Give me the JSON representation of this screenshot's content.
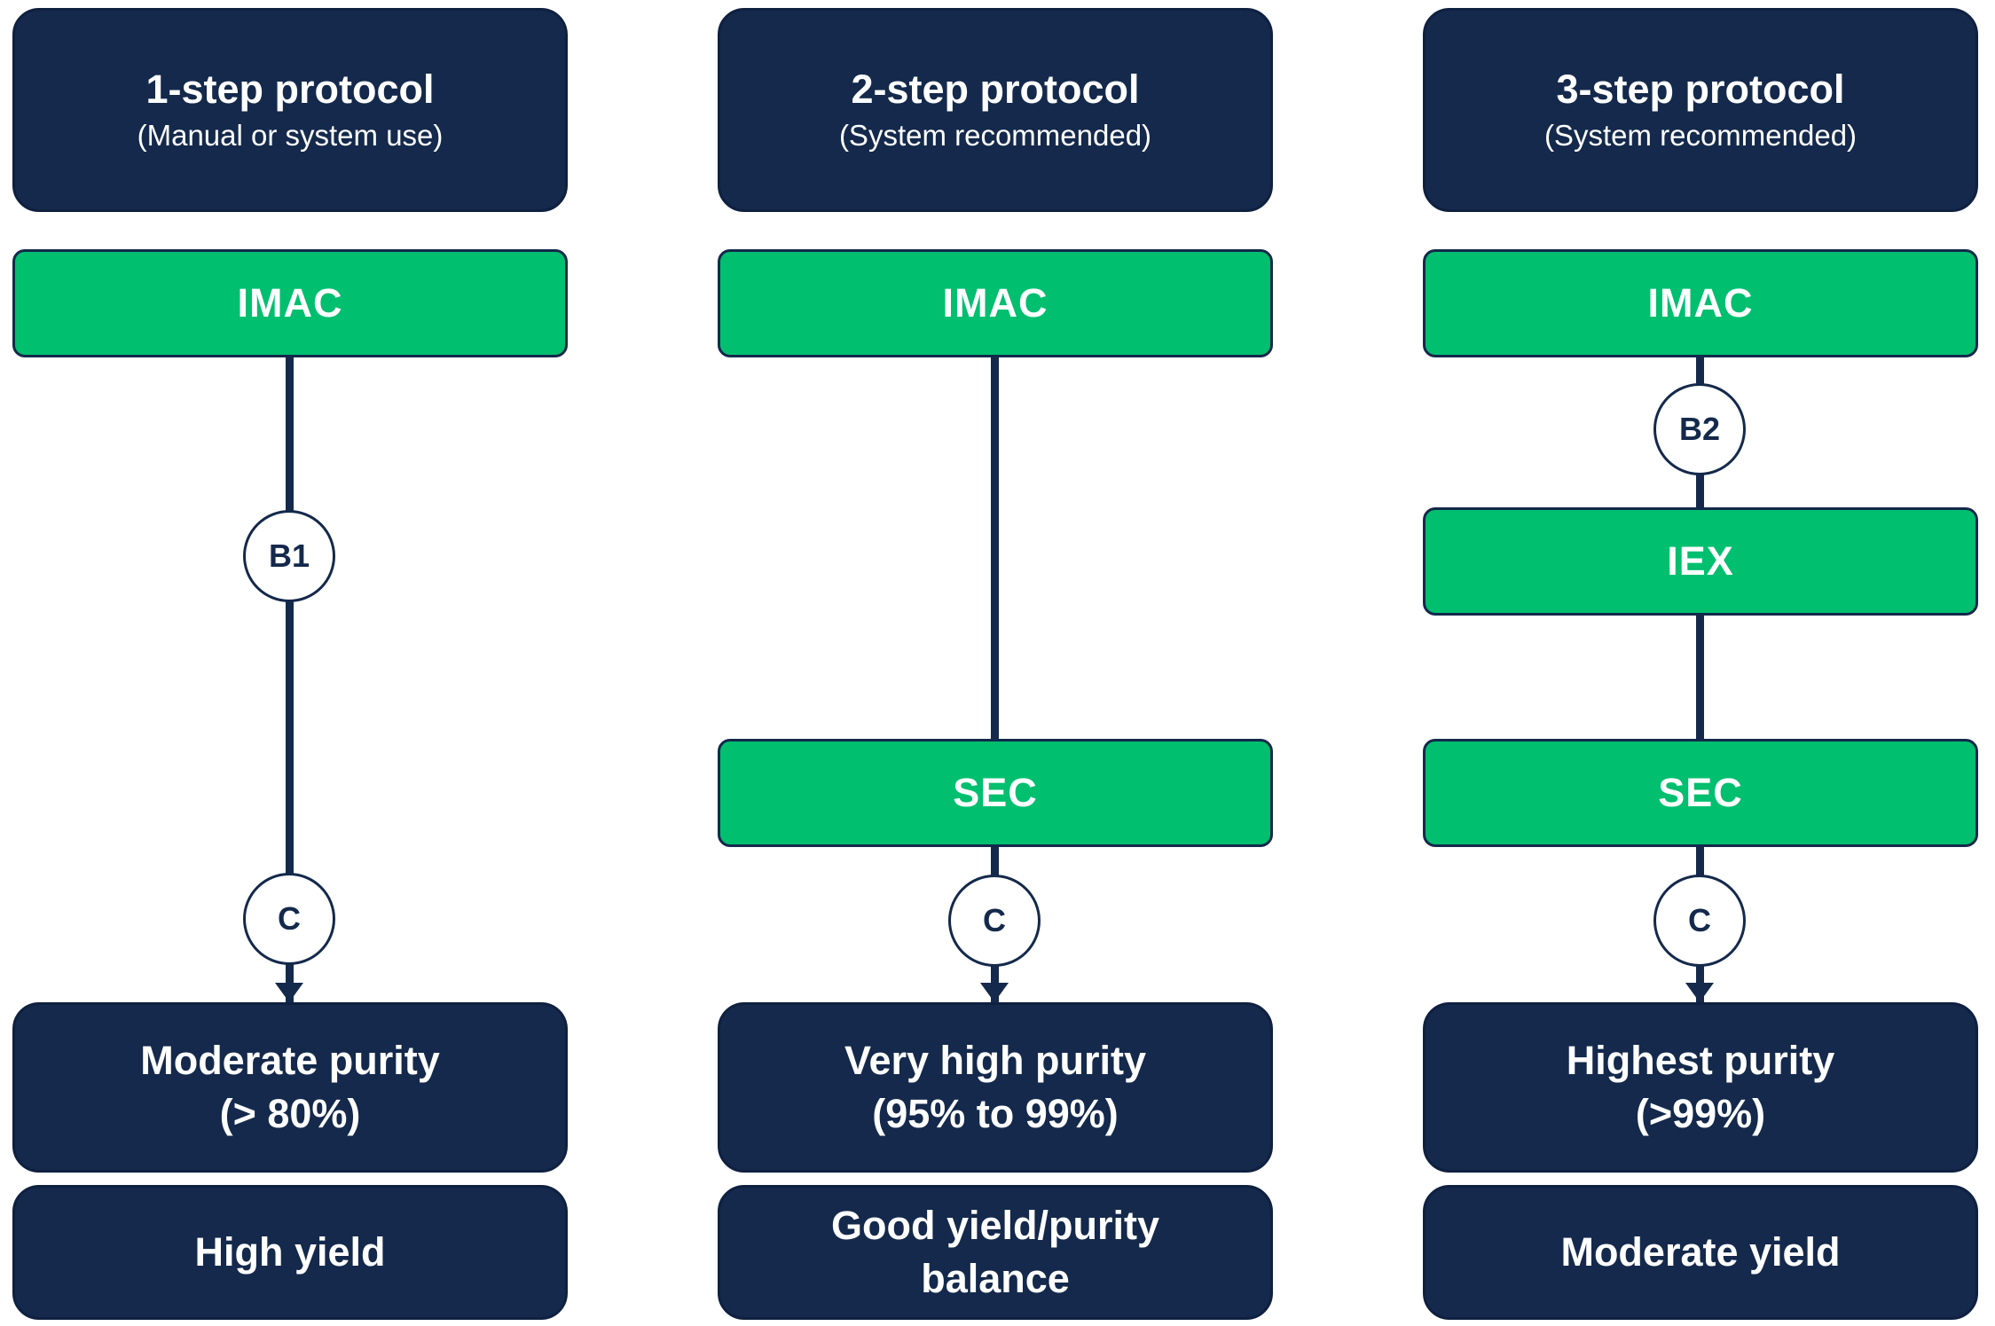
{
  "columns": [
    {
      "title": "1-step protocol",
      "subtitle": "(Manual or system use)",
      "steps": [
        "IMAC"
      ],
      "nodes": [
        "B1",
        "C"
      ],
      "purity_line1": "Moderate purity",
      "purity_line2": "(> 80%)",
      "yield_line1": "High yield",
      "yield_line2": ""
    },
    {
      "title": "2-step protocol",
      "subtitle": "(System recommended)",
      "steps": [
        "IMAC",
        "SEC"
      ],
      "nodes": [
        "C"
      ],
      "purity_line1": "Very high purity",
      "purity_line2": "(95% to 99%)",
      "yield_line1": "Good yield/purity",
      "yield_line2": "balance"
    },
    {
      "title": "3-step protocol",
      "subtitle": "(System recommended)",
      "steps": [
        "IMAC",
        "IEX",
        "SEC"
      ],
      "nodes": [
        "B2",
        "C"
      ],
      "purity_line1": "Highest purity",
      "purity_line2": "(>99%)",
      "yield_line1": "Moderate yield",
      "yield_line2": ""
    }
  ],
  "colors": {
    "navy": "#14294b",
    "green": "#00bf6f",
    "white": "#ffffff"
  }
}
